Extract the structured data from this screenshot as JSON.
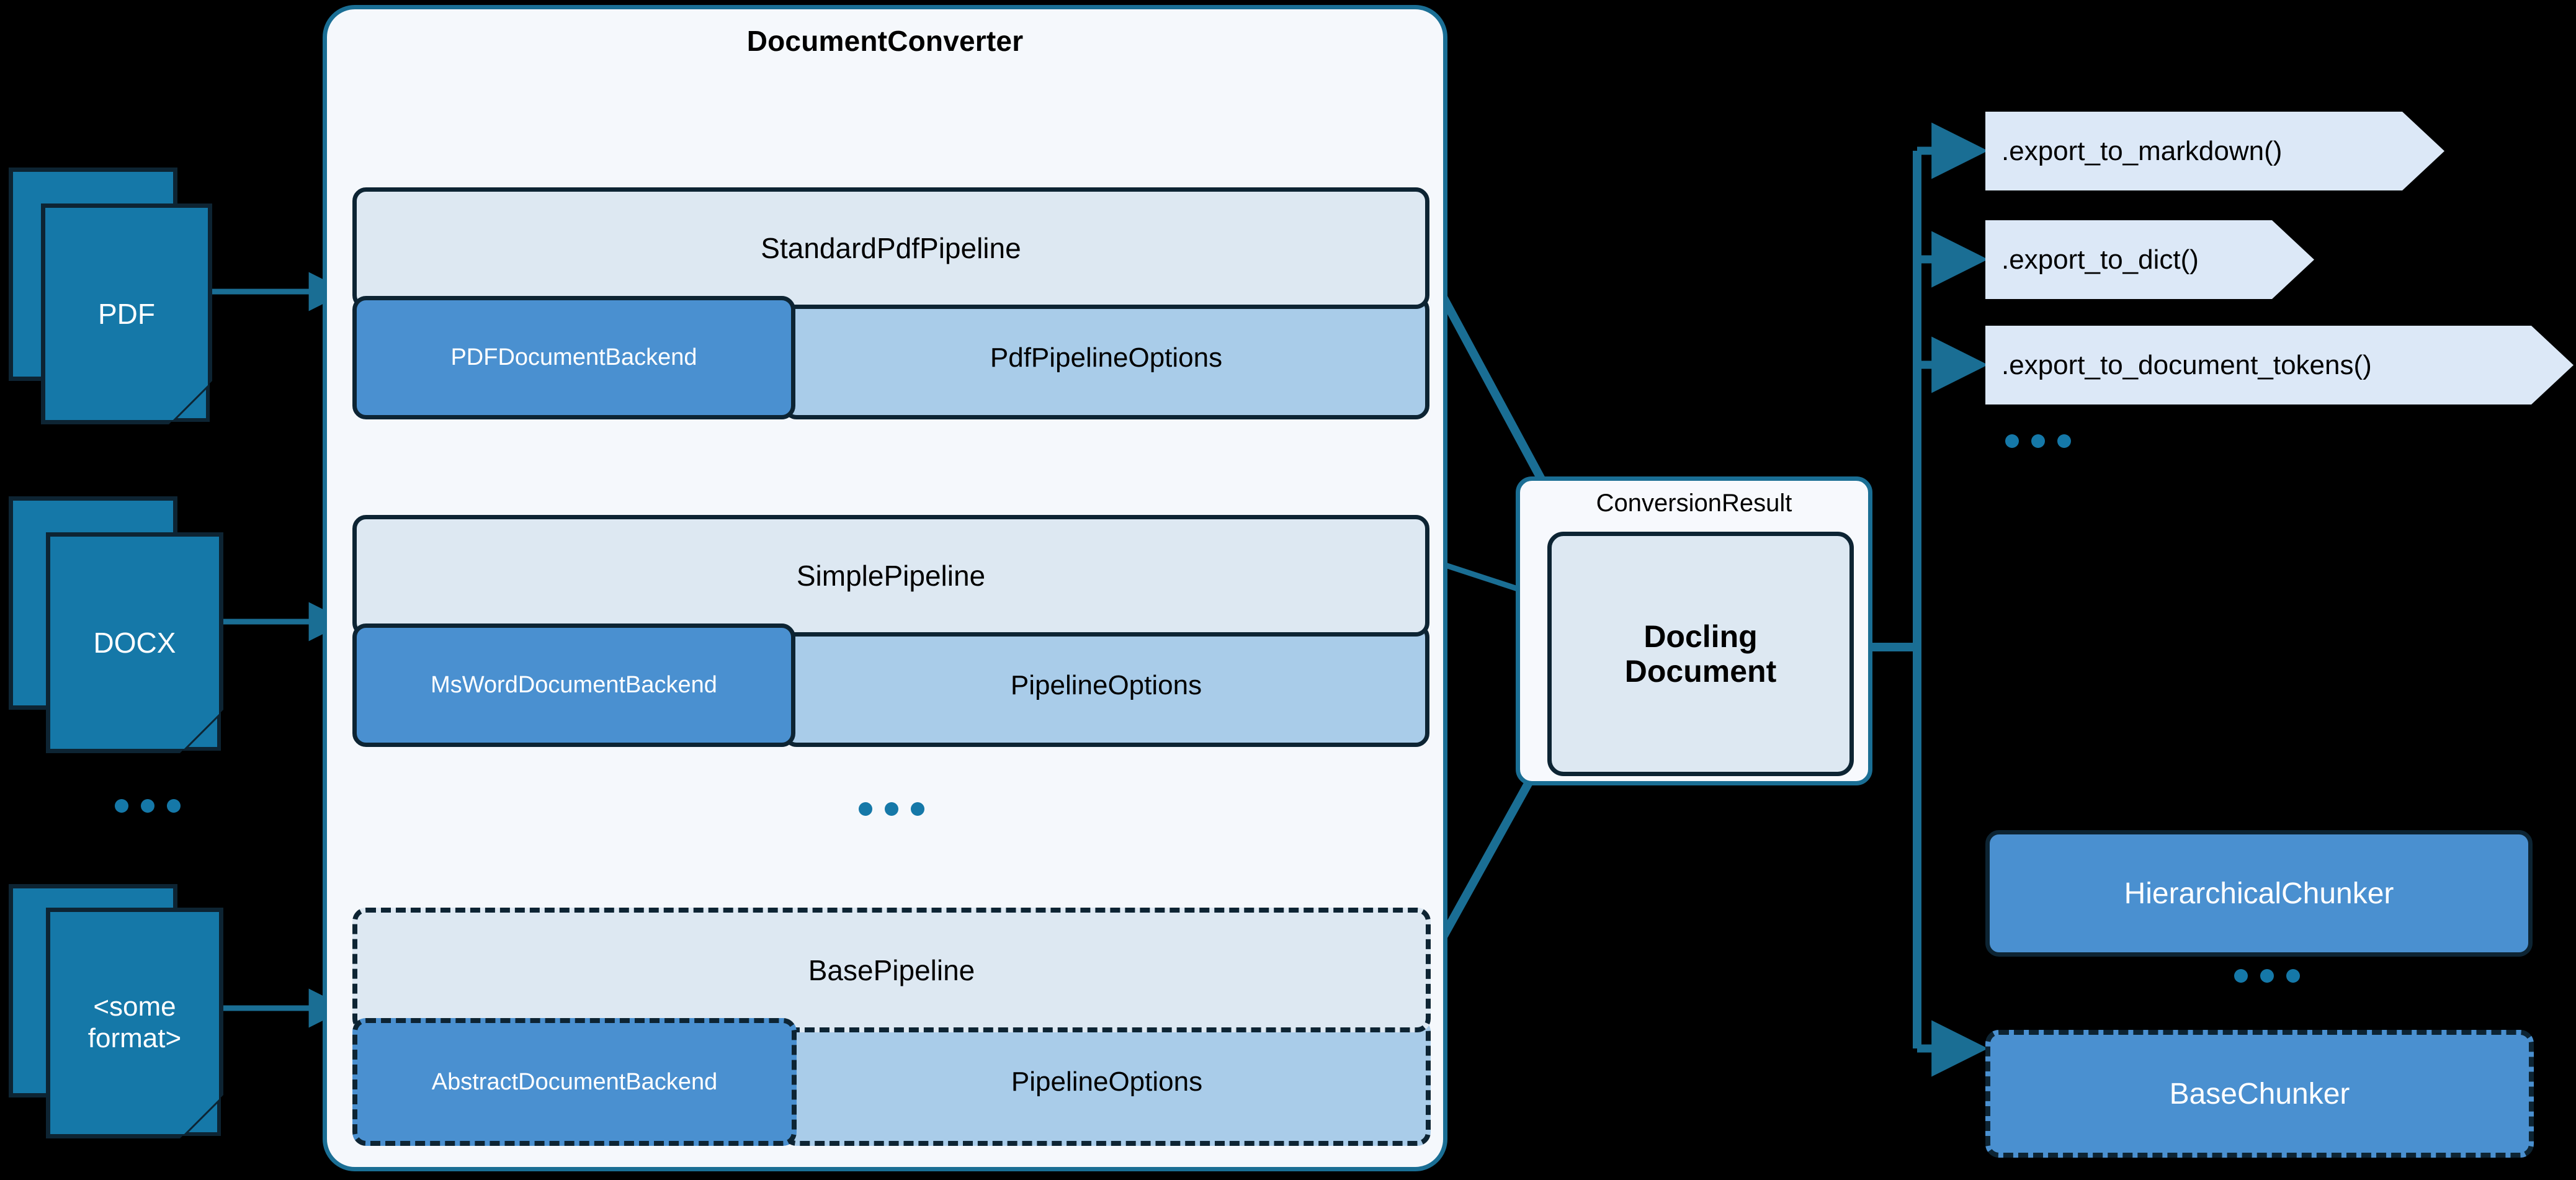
{
  "diagram": {
    "title": "Docling DocumentConverter architecture",
    "background": "#000000",
    "colors": {
      "doc_fill": "#1578a8",
      "doc_stroke": "#0d2433",
      "container_fill": "#f5f8fc",
      "container_stroke": "#1a6e94",
      "pipeline_fill": "#dde8f2",
      "backend_fill": "#4a90d0",
      "options_fill": "#a9cce9",
      "export_fill": "#dce8f7",
      "arrow": "#1a6e94",
      "dot": "#1578a8"
    }
  },
  "inputs": {
    "items": [
      {
        "label": "PDF",
        "multiline": false
      },
      {
        "label": "DOCX",
        "multiline": false
      },
      {
        "label": "<some\nformat>",
        "line1": "<some",
        "line2": "format>",
        "multiline": true
      }
    ],
    "ellipsis": "..."
  },
  "converter": {
    "title": "DocumentConverter",
    "ellipsis": "...",
    "pipelines": [
      {
        "name": "StandardPdfPipeline",
        "backend": "PDFDocumentBackend",
        "options": "PdfPipelineOptions",
        "style": "solid"
      },
      {
        "name": "SimplePipeline",
        "backend": "MsWordDocumentBackend",
        "options": "PipelineOptions",
        "style": "solid"
      },
      {
        "name": "BasePipeline",
        "backend": "AbstractDocumentBackend",
        "options": "PipelineOptions",
        "style": "dashed"
      }
    ]
  },
  "conversion_result": {
    "label": "ConversionResult",
    "document_line1": "Docling",
    "document_line2": "Document"
  },
  "exports": {
    "items": [
      {
        "label": ".export_to_markdown()"
      },
      {
        "label": ".export_to_dict()"
      },
      {
        "label": ".export_to_document_tokens()"
      }
    ],
    "ellipsis": "..."
  },
  "chunkers": {
    "items": [
      {
        "label": "HierarchicalChunker",
        "style": "solid"
      },
      {
        "label": "BaseChunker",
        "style": "dashed"
      }
    ],
    "ellipsis": "..."
  }
}
